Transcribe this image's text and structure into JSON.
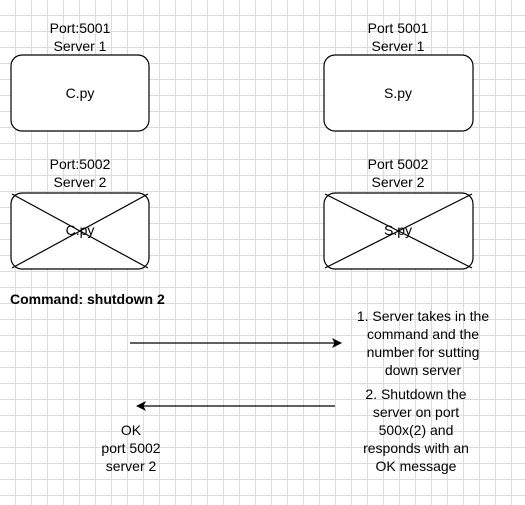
{
  "client_server1": {
    "port": "Port:5001",
    "server": "Server 1",
    "label": "C.py"
  },
  "server_server1": {
    "port": "Port 5001",
    "server": "Server 1",
    "label": "S.py"
  },
  "client_server2": {
    "port": "Port:5002",
    "server": "Server 2",
    "label": "C.py",
    "crossed_out": true
  },
  "server_server2": {
    "port": "Port 5002",
    "server": "Server 2",
    "label": "S.py",
    "crossed_out": true
  },
  "command": "Command: shutdown 2",
  "step1": {
    "lines": [
      "1. Server takes in the",
      "command and the",
      "number for sutting",
      "down server"
    ]
  },
  "step2": {
    "lines": [
      "2. Shutdown the",
      "server on port",
      "500x(2) and",
      "responds with an",
      "OK message"
    ]
  },
  "response": {
    "lines": [
      "OK",
      "port 5002",
      "server 2"
    ]
  }
}
